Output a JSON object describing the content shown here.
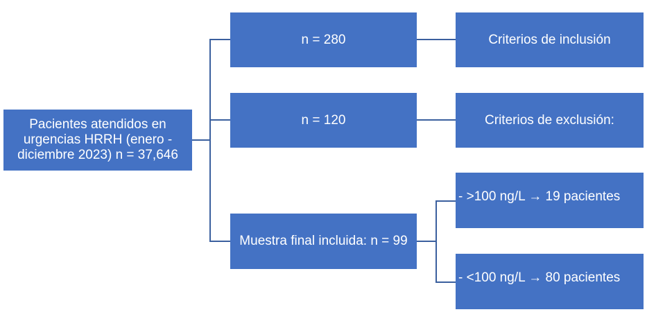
{
  "root": "Pacientes atendidos en urgencias HRRH (enero - diciembre 2023) n = 37,646",
  "branches": [
    "n = 280",
    "n = 120",
    "Muestra final incluida: n = 99"
  ],
  "criteria": [
    "Criterios de inclusión",
    "Criterios de exclusión:"
  ],
  "subgroups": [
    "- >100 ng/L → 19 pacientes",
    "- <100 ng/L → 80 pacientes"
  ],
  "colors": {
    "box": "#4472c4",
    "line": "#3a5f9e"
  }
}
